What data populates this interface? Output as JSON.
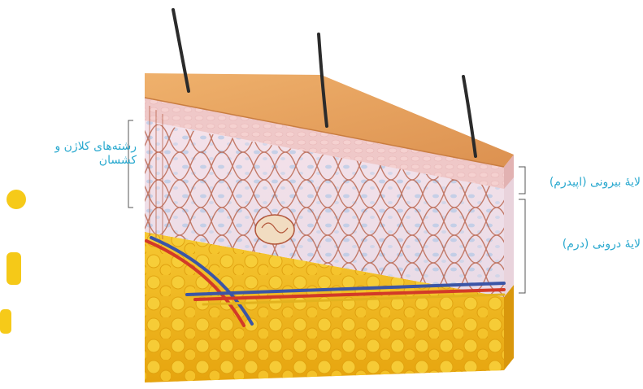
{
  "labels": {
    "collagen_line1": "رشته‌های کلاژن و",
    "collagen_line2": "کشسان",
    "epidermis": "لایهٔ بیرونی (اپیدرم)",
    "dermis": "لایهٔ درونی (درم)"
  },
  "colors": {
    "label": "#2aa9cf",
    "epidermis_top": "#e7a45f",
    "epidermis_pink": "#efc8c8",
    "dermis": "#f2dfe6",
    "fibers": "#b3573c",
    "fat": "#f2b816",
    "hair": "#2b2b2b",
    "artery": "#d23a28",
    "vein": "#3b55a6"
  }
}
